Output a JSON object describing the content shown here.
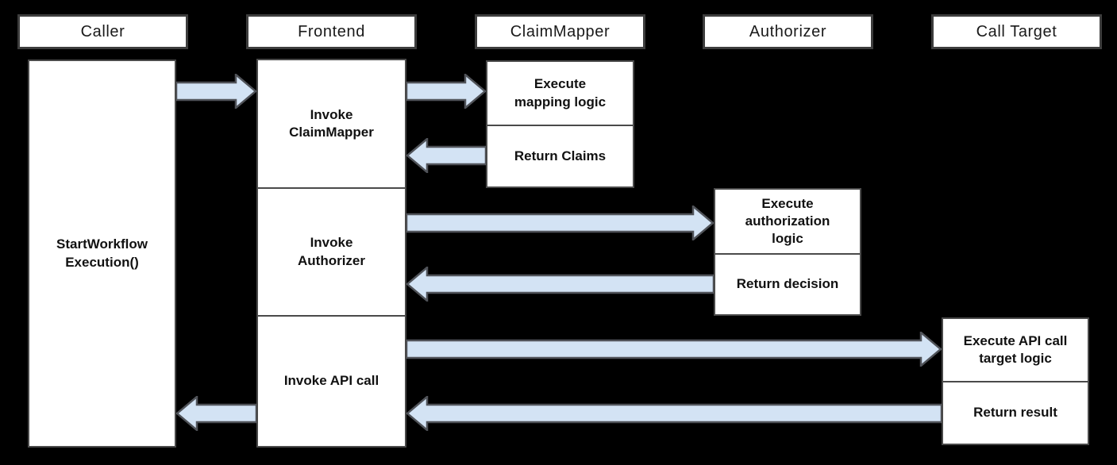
{
  "lanes": [
    {
      "label": "Caller"
    },
    {
      "label": "Frontend"
    },
    {
      "label": "ClaimMapper"
    },
    {
      "label": "Authorizer"
    },
    {
      "label": "Call Target"
    }
  ],
  "caller": {
    "label": "StartWorkflow Execution()"
  },
  "frontend": {
    "steps": [
      {
        "label": "Invoke ClaimMapper"
      },
      {
        "label": "Invoke Authorizer"
      },
      {
        "label": "Invoke API call"
      }
    ]
  },
  "claimmapper": {
    "steps": [
      {
        "label": "Execute mapping logic"
      },
      {
        "label": "Return Claims"
      }
    ]
  },
  "authorizer": {
    "steps": [
      {
        "label": "Execute authorization logic"
      },
      {
        "label": "Return decision"
      }
    ]
  },
  "calltarget": {
    "steps": [
      {
        "label": "Execute API call target logic"
      },
      {
        "label": "Return result"
      }
    ]
  },
  "arrows": [
    {
      "name": "caller-to-frontend",
      "from": "Caller",
      "to": "Frontend",
      "direction": "right"
    },
    {
      "name": "frontend-to-claimmapper",
      "from": "Frontend",
      "to": "ClaimMapper",
      "direction": "right"
    },
    {
      "name": "claimmapper-to-frontend",
      "from": "ClaimMapper",
      "to": "Frontend",
      "direction": "left"
    },
    {
      "name": "frontend-to-authorizer",
      "from": "Frontend",
      "to": "Authorizer",
      "direction": "right"
    },
    {
      "name": "authorizer-to-frontend",
      "from": "Authorizer",
      "to": "Frontend",
      "direction": "left"
    },
    {
      "name": "frontend-to-calltarget",
      "from": "Frontend",
      "to": "Call Target",
      "direction": "right"
    },
    {
      "name": "calltarget-to-frontend",
      "from": "Call Target",
      "to": "Frontend",
      "direction": "left"
    },
    {
      "name": "frontend-to-caller",
      "from": "Frontend",
      "to": "Caller",
      "direction": "left"
    }
  ],
  "colors": {
    "background": "#000000",
    "box_fill": "#ffffff",
    "header_border": "#3d3d3d",
    "box_border": "#4a4a4a",
    "arrow_fill": "#d3e3f4",
    "arrow_stroke": "#505359",
    "text": "#1a1a1a"
  }
}
